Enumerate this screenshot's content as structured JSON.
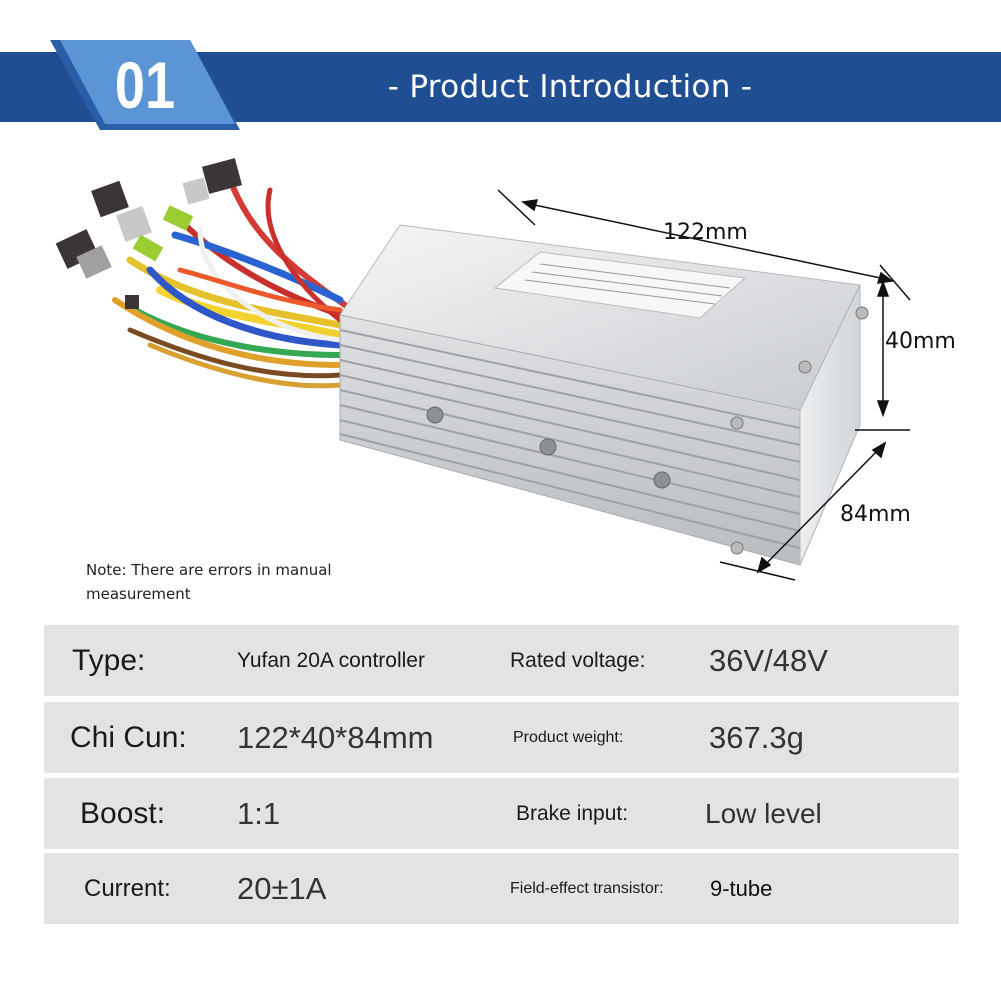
{
  "header": {
    "badge_number": "01",
    "title": "- Product Introduction -"
  },
  "colors": {
    "banner": "#1f4e93",
    "badge_dark": "#2a5fa8",
    "badge_light": "#5b95d6",
    "row_background": "#e3e3e3"
  },
  "dimensions": {
    "length": "122mm",
    "height": "40mm",
    "width": "84mm"
  },
  "note": "Note: There are errors in manual measurement",
  "specs": [
    {
      "label": "Type:",
      "value": "Yufan 20A controller",
      "label2": "Rated voltage:",
      "value2": "36V/48V"
    },
    {
      "label": "Chi Cun:",
      "value": "122*40*84mm",
      "label2": "Product weight:",
      "value2": "367.3g"
    },
    {
      "label": "Boost:",
      "value": "1:1",
      "label2": "Brake input:",
      "value2": "Low level"
    },
    {
      "label": "Current:",
      "value": "20±1A",
      "label2": "Field-effect transistor:",
      "value2": "9-tube"
    }
  ]
}
